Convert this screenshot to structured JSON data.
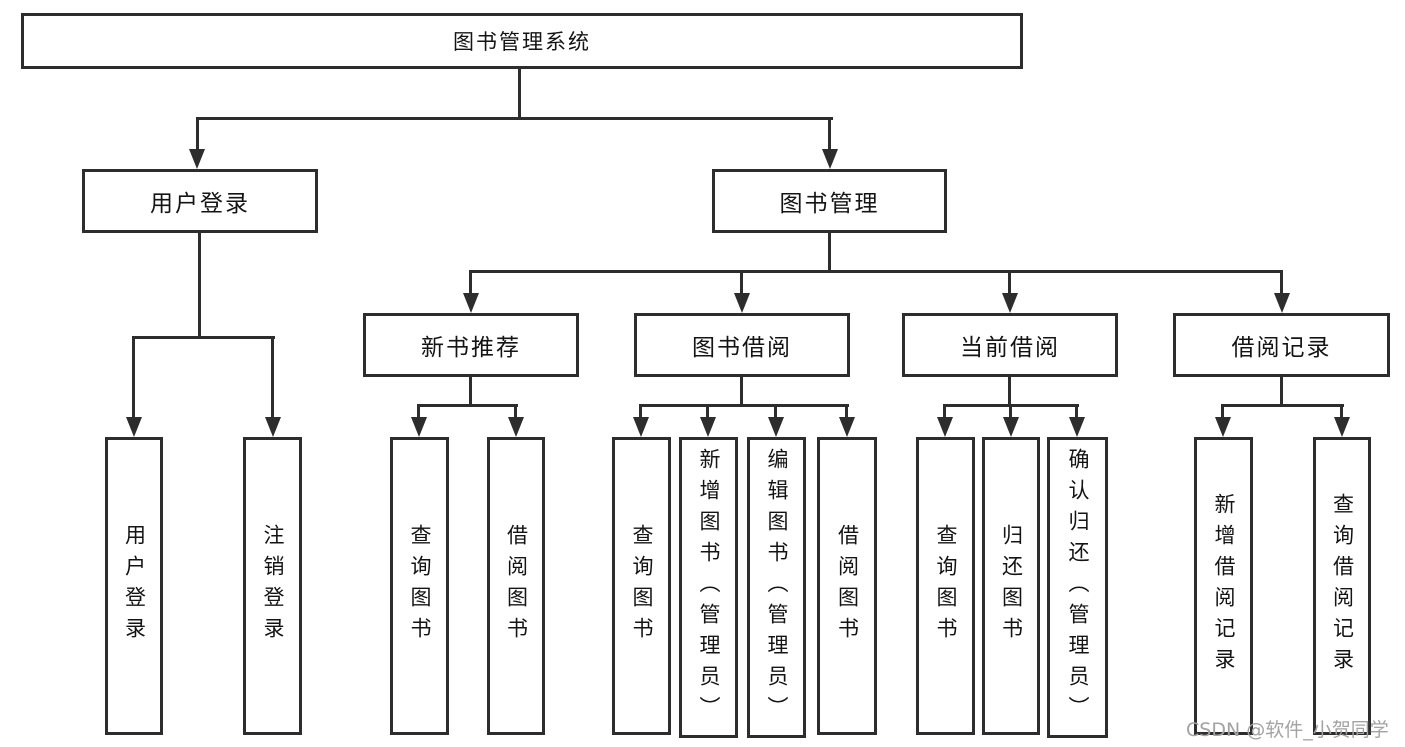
{
  "diagram": {
    "type": "functional-structure-tree",
    "colors": {
      "line": "#2d2d2d",
      "text": "#141414",
      "background": "#ffffff",
      "watermark": "#a3a3a3"
    }
  },
  "watermark": {
    "text": "CSDN @软件_小贺同学"
  },
  "tree": {
    "root": {
      "label": "图书管理系统",
      "children": [
        {
          "label": "用户登录",
          "children": [
            {
              "label": "用户登录"
            },
            {
              "label": "注销登录"
            }
          ]
        },
        {
          "label": "图书管理",
          "children": [
            {
              "label": "新书推荐",
              "children": [
                {
                  "label": "查询图书"
                },
                {
                  "label": "借阅图书"
                }
              ]
            },
            {
              "label": "图书借阅",
              "children": [
                {
                  "label": "查询图书"
                },
                {
                  "label": "新增图书（管理员）"
                },
                {
                  "label": "编辑图书（管理员）"
                },
                {
                  "label": "借阅图书"
                }
              ]
            },
            {
              "label": "当前借阅",
              "children": [
                {
                  "label": "查询图书"
                },
                {
                  "label": "归还图书"
                },
                {
                  "label": "确认归还（管理员）"
                }
              ]
            },
            {
              "label": "借阅记录",
              "children": [
                {
                  "label": "新增借阅记录"
                },
                {
                  "label": "查询借阅记录"
                }
              ]
            }
          ]
        }
      ]
    }
  }
}
